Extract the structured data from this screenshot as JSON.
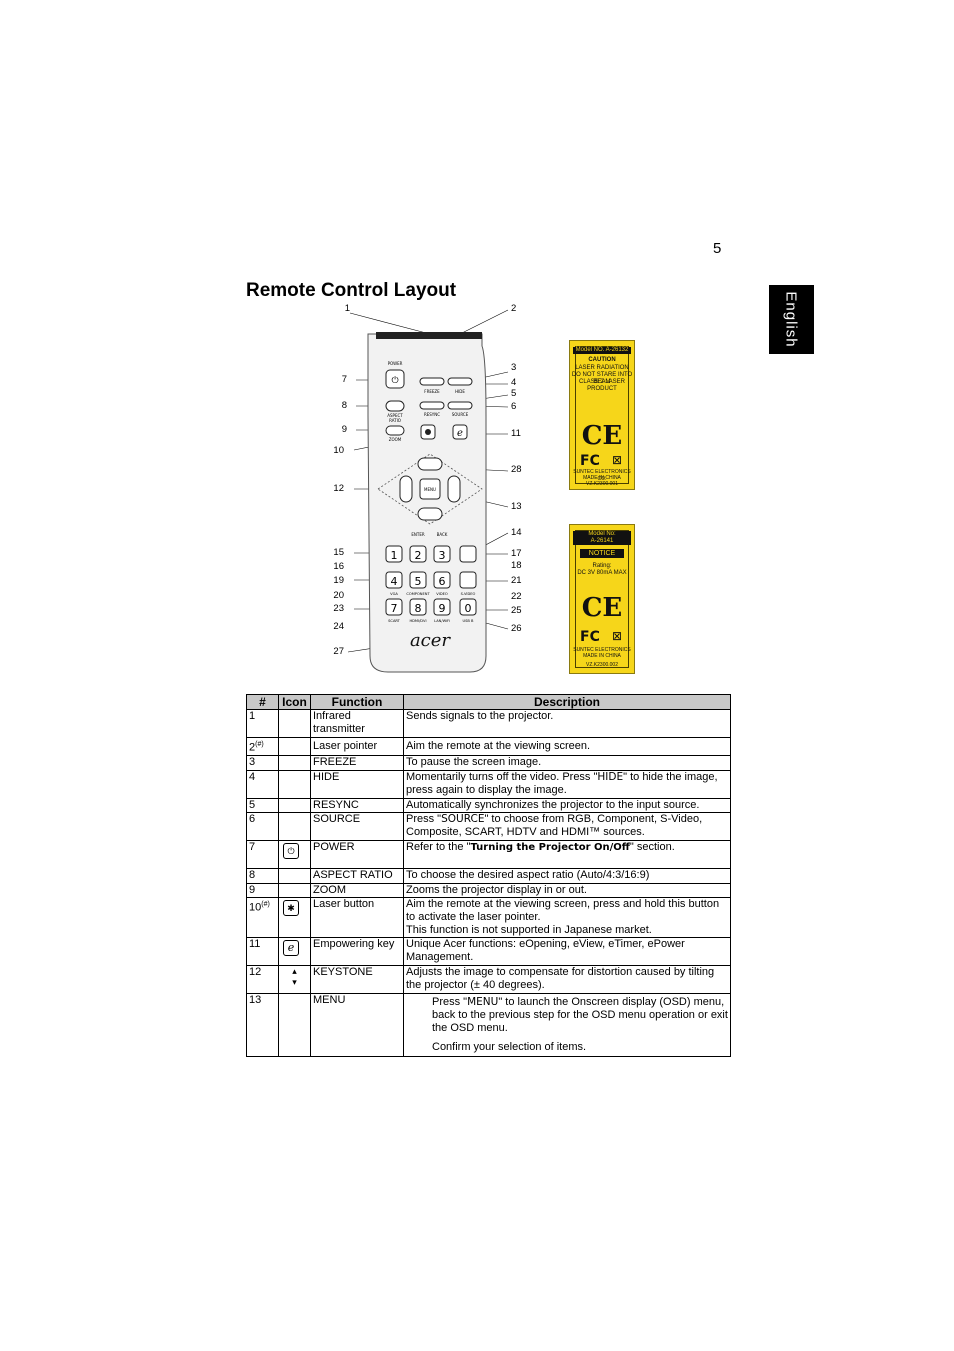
{
  "page_number": "5",
  "side_tab": "English",
  "title": "Remote Control Layout",
  "remote": {
    "button_labels": {
      "power": "POWER",
      "freeze": "FREEZE",
      "hide": "HIDE",
      "aspect": "ASPECT RATIO",
      "resync": "RESYNC",
      "source": "SOURCE",
      "zoom": "ZOOM",
      "menu": "MENU",
      "enter": "ENTER",
      "back": "BACK",
      "vga": "VGA",
      "component": "COMPONENT",
      "video": "VIDEO",
      "svideo": "S-VIDEO",
      "scart": "SCART",
      "hdmi": "HDMI/DVI",
      "lan": "LAN/WiFi",
      "usb": "USB B",
      "logo": "acer"
    },
    "keypad_digits": [
      "1",
      "2",
      "3",
      "4",
      "5",
      "6",
      "7",
      "8",
      "9",
      "0"
    ],
    "callouts": [
      "1",
      "2",
      "3",
      "4",
      "5",
      "6",
      "7",
      "8",
      "9",
      "10",
      "11",
      "12",
      "13",
      "14",
      "15",
      "16",
      "17",
      "18",
      "19",
      "20",
      "21",
      "22",
      "23",
      "24",
      "25",
      "26",
      "27",
      "28"
    ]
  },
  "label_a": {
    "model": "Model NO.  A-26132",
    "caution": "CAUTION",
    "lines": [
      "LASER RADIATION",
      "DO NOT STARE INTO BEAM",
      "CLASS 2 LASER PRODUCT"
    ],
    "ce": "CE",
    "fc": "FC",
    "maker": "SUNTEC ELECTRONICS CO.",
    "made": "MADE IN CHINA",
    "code": "VZ.K2300.001"
  },
  "label_b": {
    "model": "Model No:",
    "model_no": "A-26141",
    "notice": "NOTICE",
    "rating": "Rating:",
    "rating_val": "DC 3V 80mA MAX",
    "ce": "CE",
    "fc": "FC",
    "maker": "SUNTEC ELECTRONICS",
    "made": "MADE IN CHINA",
    "code": "VZ.K2300.002"
  },
  "table": {
    "headers": [
      "#",
      "Icon",
      "Function",
      "Description"
    ],
    "rows": [
      {
        "num": "1",
        "func": "Infrared transmitter",
        "desc": "Sends signals to the projector."
      },
      {
        "num": "2",
        "sup": "(#)",
        "func": "Laser pointer",
        "desc": "Aim the remote at the viewing screen."
      },
      {
        "num": "3",
        "func": "FREEZE",
        "desc": "To pause the screen image."
      },
      {
        "num": "4",
        "func": "HIDE",
        "desc_a": "Momentarily turns off the video. Press \"",
        "desc_key": "HIDE",
        "desc_b": "\" to hide the image, press again to display the image."
      },
      {
        "num": "5",
        "func": "RESYNC",
        "desc": "Automatically synchronizes the projector to the input source."
      },
      {
        "num": "6",
        "func": "SOURCE",
        "desc_a": "Press \"",
        "desc_key": "SOURCE",
        "desc_b": "\" to choose from RGB, Component, S-Video, Composite, SCART, HDTV and HDMI™ sources."
      },
      {
        "num": "7",
        "func": "POWER",
        "desc_a": "Refer to the \"",
        "desc_key": "Turning the Projector On/Off",
        "desc_b": "\" section."
      },
      {
        "num": "8",
        "func": "ASPECT RATIO",
        "desc": "To choose the desired aspect ratio (Auto/4:3/16:9)"
      },
      {
        "num": "9",
        "func": "ZOOM",
        "desc": "Zooms the projector display in or out."
      },
      {
        "num": "10",
        "sup": "(#)",
        "func": "Laser button",
        "desc_l1": "Aim the remote at the viewing screen, press and hold this button to activate the laser pointer.",
        "desc_l2": "This function is not supported in Japanese market."
      },
      {
        "num": "11",
        "func": "Empowering key",
        "desc": "Unique Acer functions: eOpening, eView, eTimer, ePower Management."
      },
      {
        "num": "12",
        "func": "KEYSTONE",
        "desc": "Adjusts the image to compensate for distortion caused by tilting the projector (± 40 degrees)."
      },
      {
        "num": "13",
        "func": "MENU",
        "desc_a": "Press \"",
        "desc_key": "MENU",
        "desc_b": "\" to launch the Onscreen display (OSD) menu, back to the previous step for the OSD menu operation or exit the OSD menu.",
        "desc_l2": "Confirm your selection of items."
      }
    ]
  }
}
